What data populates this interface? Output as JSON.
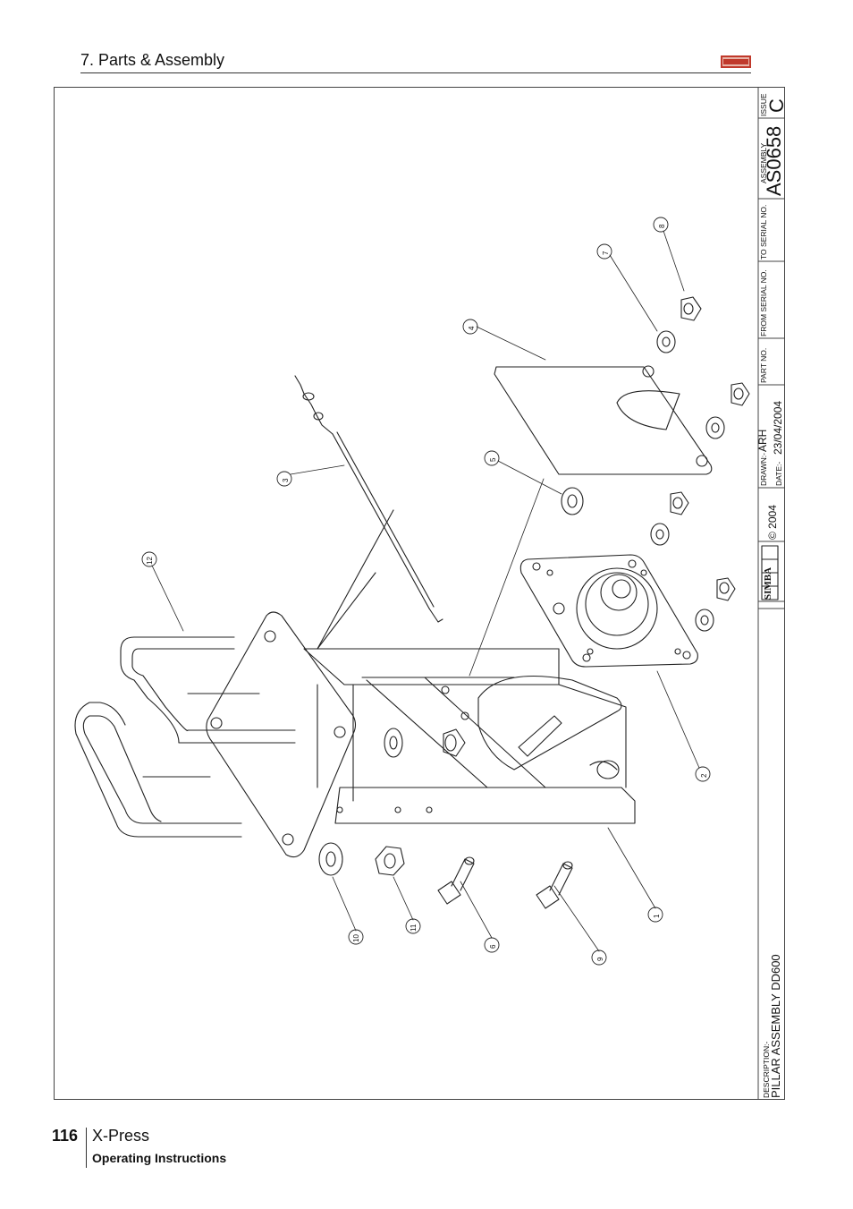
{
  "header": {
    "section_title": "7. Parts & Assembly"
  },
  "brand": {
    "logo_text": "SIMBA",
    "color": "#c0392b"
  },
  "title_block": {
    "issue_label": "ISSUE",
    "issue_value": "C",
    "assembly_label": "ASSEMBLY",
    "assembly_value": "AS0658",
    "to_serial_label": "TO SERIAL NO.",
    "from_serial_label": "FROM SERIAL NO.",
    "part_no_label": "PART NO.",
    "drawn_label": "DRAWN:-",
    "drawn_value": "ARH",
    "date_label": "DATE:-",
    "date_value": "23/04/2004",
    "copyright": "© 2004",
    "description_label": "DESCRIPTION:-",
    "description_value": "PILLAR ASSEMBLY DD600"
  },
  "callouts": [
    "1",
    "2",
    "3",
    "4",
    "5",
    "6",
    "7",
    "8",
    "9",
    "10",
    "11",
    "12"
  ],
  "footer": {
    "page_number": "116",
    "product": "X-Press",
    "subtitle": "Operating Instructions"
  }
}
